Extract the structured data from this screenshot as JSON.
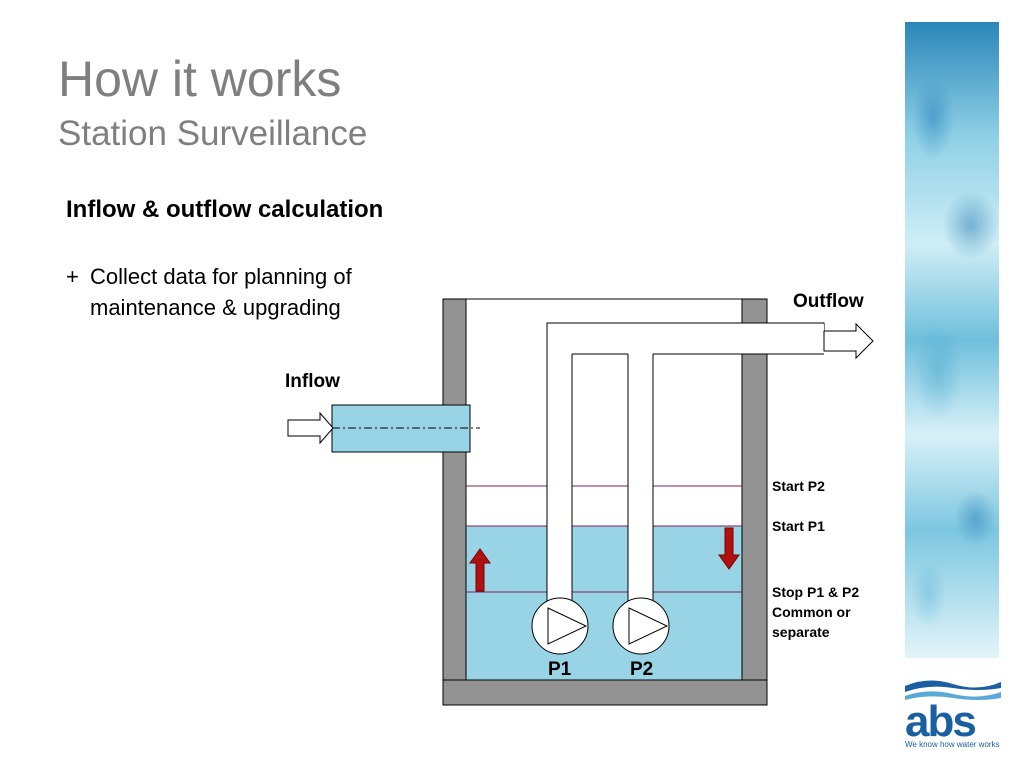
{
  "slide": {
    "title": "How it works",
    "subtitle": "Station Surveillance",
    "heading": "Inflow & outflow calculation",
    "bullet_mark": "+",
    "bullet_text": "Collect data for planning of maintenance & upgrading"
  },
  "diagram": {
    "labels": {
      "outflow": "Outflow",
      "inflow": "Inflow",
      "start_p2": "Start P2",
      "start_p1": "Start P1",
      "stop_line1": "Stop P1 & P2",
      "stop_line2": "Common or",
      "stop_line3": "separate",
      "pump1": "P1",
      "pump2": "P2"
    },
    "colors": {
      "wall": "#939393",
      "water": "#99d4e6",
      "level_line": "#7b2450",
      "arrow_red": "#b01010"
    }
  },
  "logo": {
    "word": "abs",
    "tagline": "We know how water works",
    "color": "#1b5fa3"
  }
}
